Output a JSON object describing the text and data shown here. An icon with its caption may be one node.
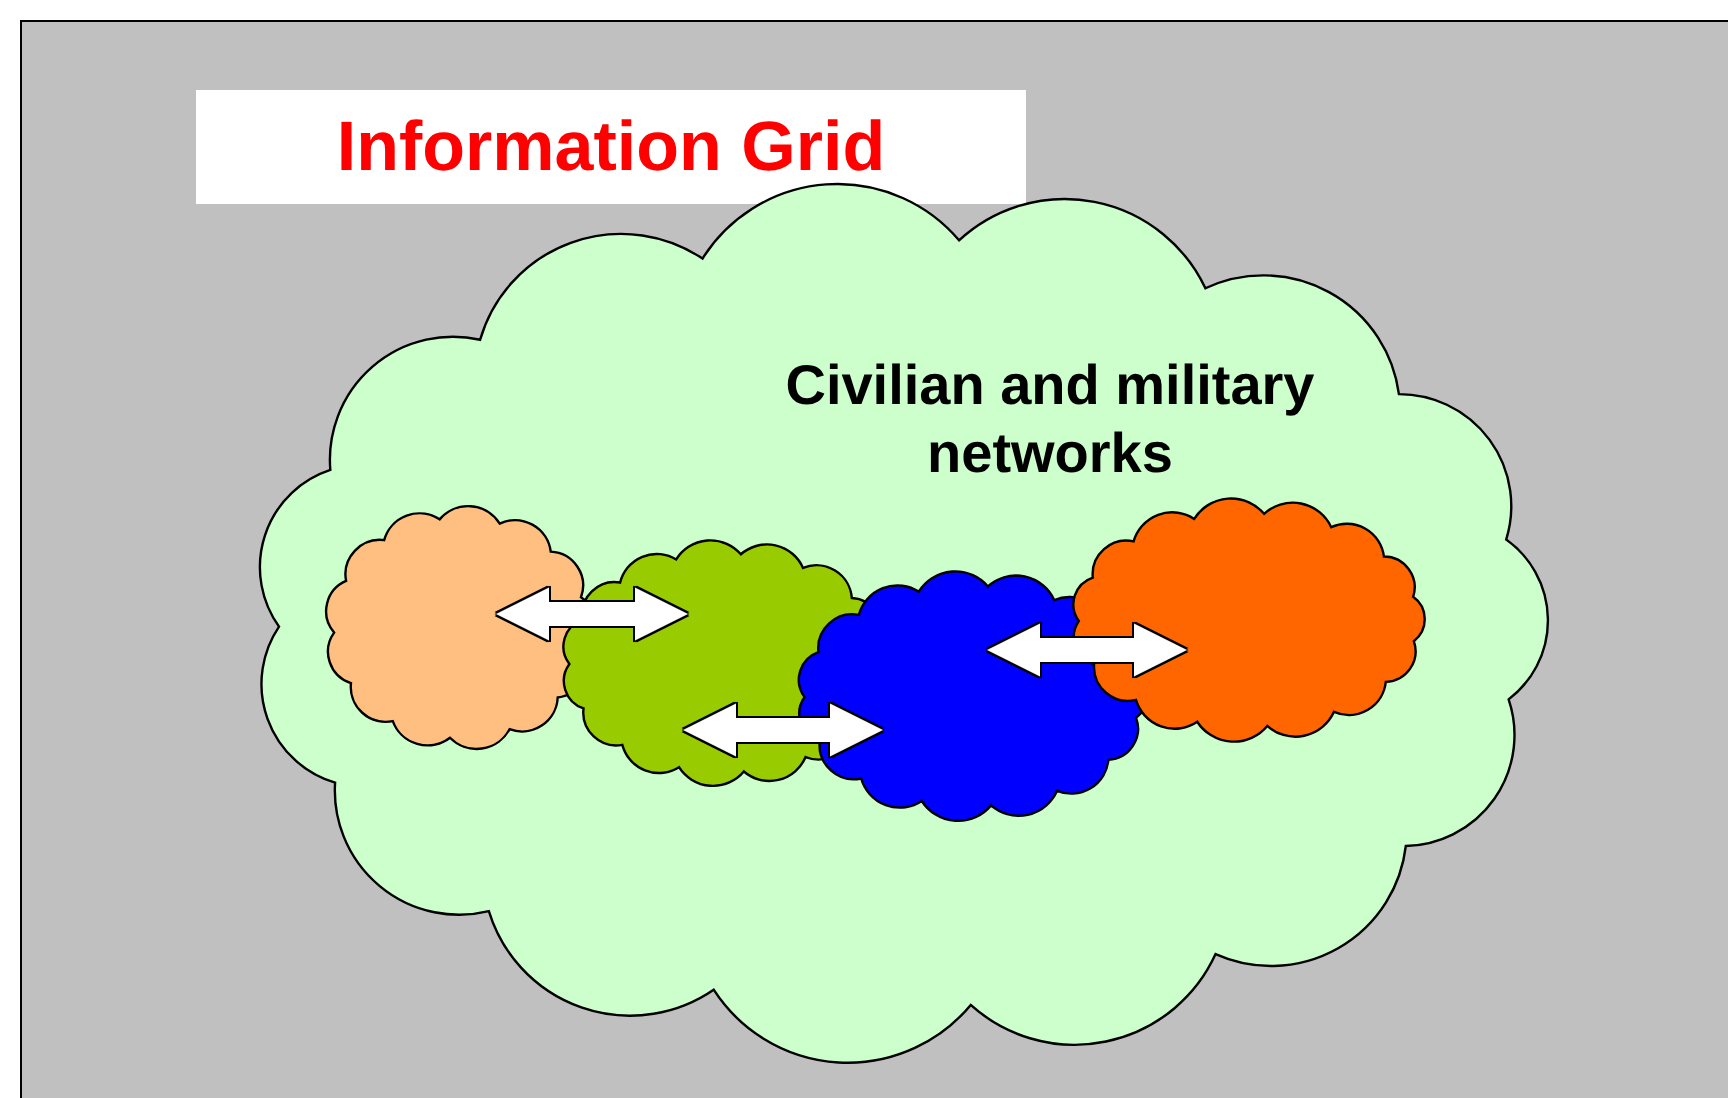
{
  "diagram": {
    "title": "Information Grid",
    "nodes": [
      {
        "text": [
          "Civilian and military networks"
        ]
      },
      {
        "text": [],
        "shape": "cloud",
        "in": 0
      },
      {
        "text": [],
        "shape": "cloud",
        "in": 0
      },
      {
        "text": [],
        "shape": "cloud",
        "in": 0
      },
      {
        "text": [],
        "shape": "cloud",
        "in": 0
      }
    ],
    "edges": [
      {
        "from": 1,
        "to": 2,
        "arrow": "both"
      },
      {
        "from": 2,
        "to": 3,
        "arrow": "both"
      },
      {
        "from": 3,
        "to": 4,
        "arrow": "both"
      }
    ]
  }
}
